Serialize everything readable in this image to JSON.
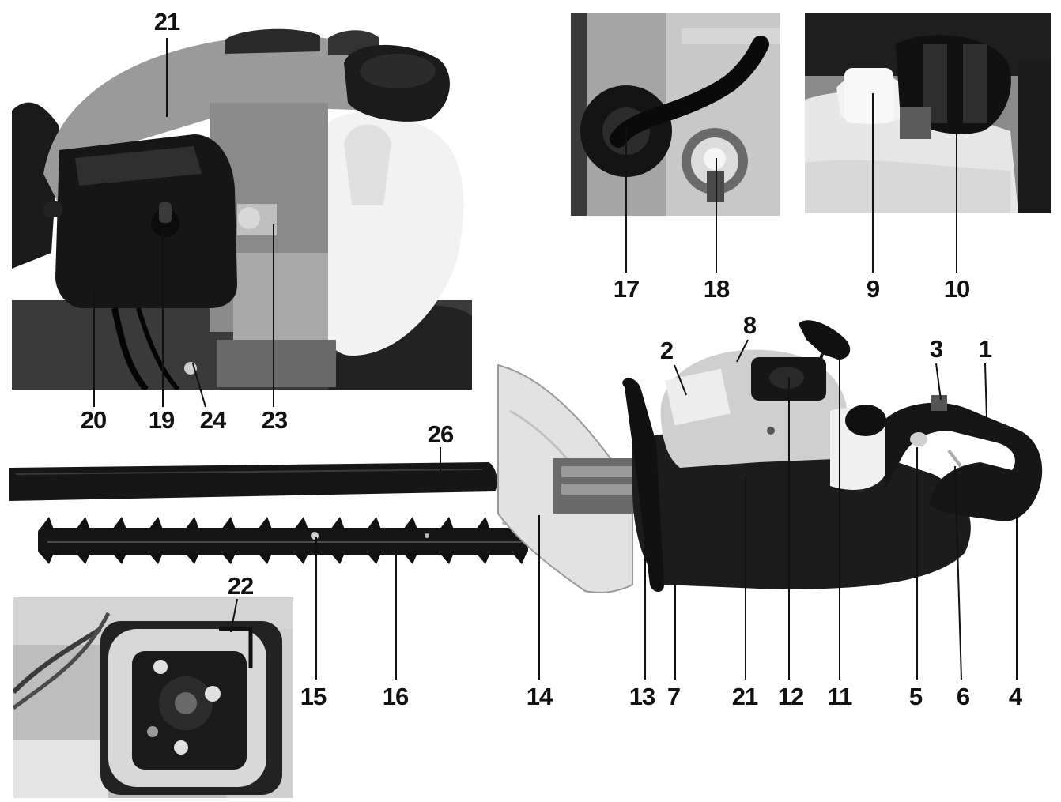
{
  "figure": {
    "colors": {
      "ink": "#111111",
      "photo_dark": "#1a1a1a",
      "photo_mid": "#7a7a7a",
      "photo_light": "#e6e6e6",
      "background": "#ffffff"
    },
    "panels": {
      "engine_detail": {
        "callouts": [
          "21",
          "20",
          "19",
          "24",
          "23"
        ]
      },
      "spark_plug_detail": {
        "callouts": [
          "17",
          "18"
        ]
      },
      "tank_caps_detail": {
        "callouts": [
          "9",
          "10"
        ]
      },
      "air_filter_detail": {
        "callouts": [
          "22"
        ]
      },
      "blade_cover": {
        "callouts": [
          "26"
        ]
      },
      "hedge_trimmer_overview": {
        "callouts": [
          "2",
          "8",
          "3",
          "1",
          "15",
          "16",
          "14",
          "13",
          "7",
          "21",
          "12",
          "11",
          "5",
          "6",
          "4"
        ]
      }
    }
  }
}
